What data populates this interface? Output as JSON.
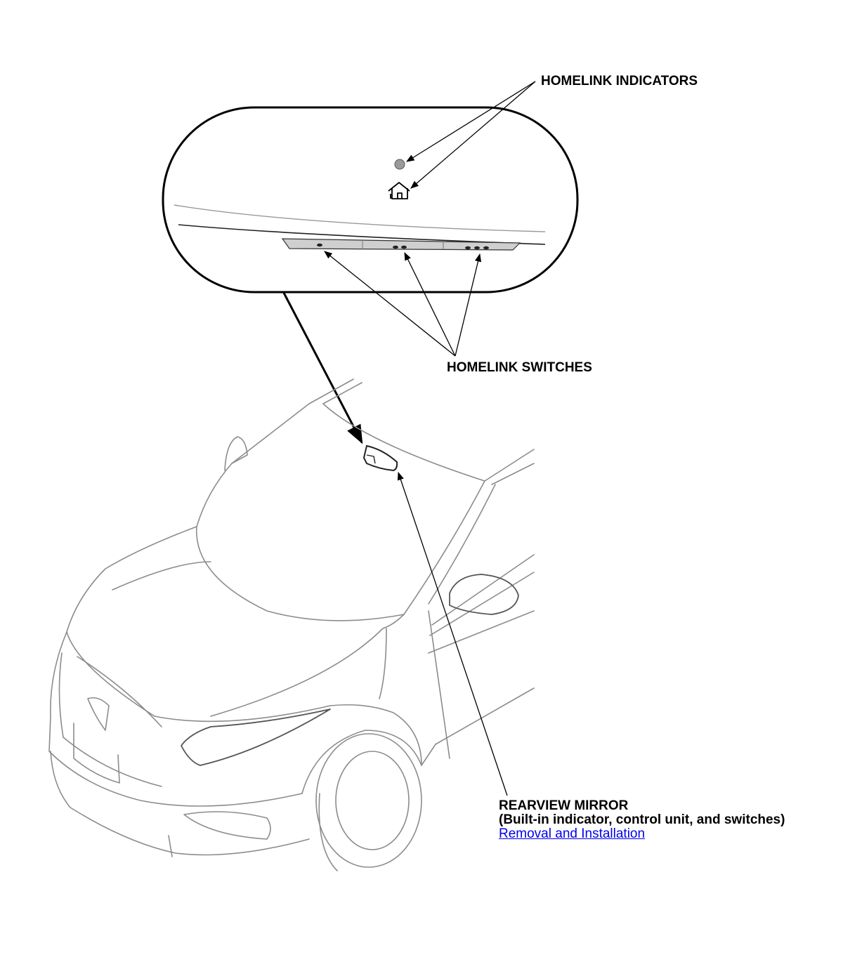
{
  "labels": {
    "homelink_indicators": "HOMELINK INDICATORS",
    "homelink_switches": "HOMELINK SWITCHES",
    "rearview_mirror": "REARVIEW MIRROR",
    "rearview_mirror_detail": "(Built-in indicator, control unit, and switches)",
    "removal_link": "Removal and Installation"
  },
  "colors": {
    "link": "#0000ee",
    "line_art": "#8c8c8c",
    "leader": "#000000",
    "switch_strip": "#cfcfcf"
  },
  "icons": [
    "indicator-led-icon",
    "homelink-house-icon"
  ]
}
